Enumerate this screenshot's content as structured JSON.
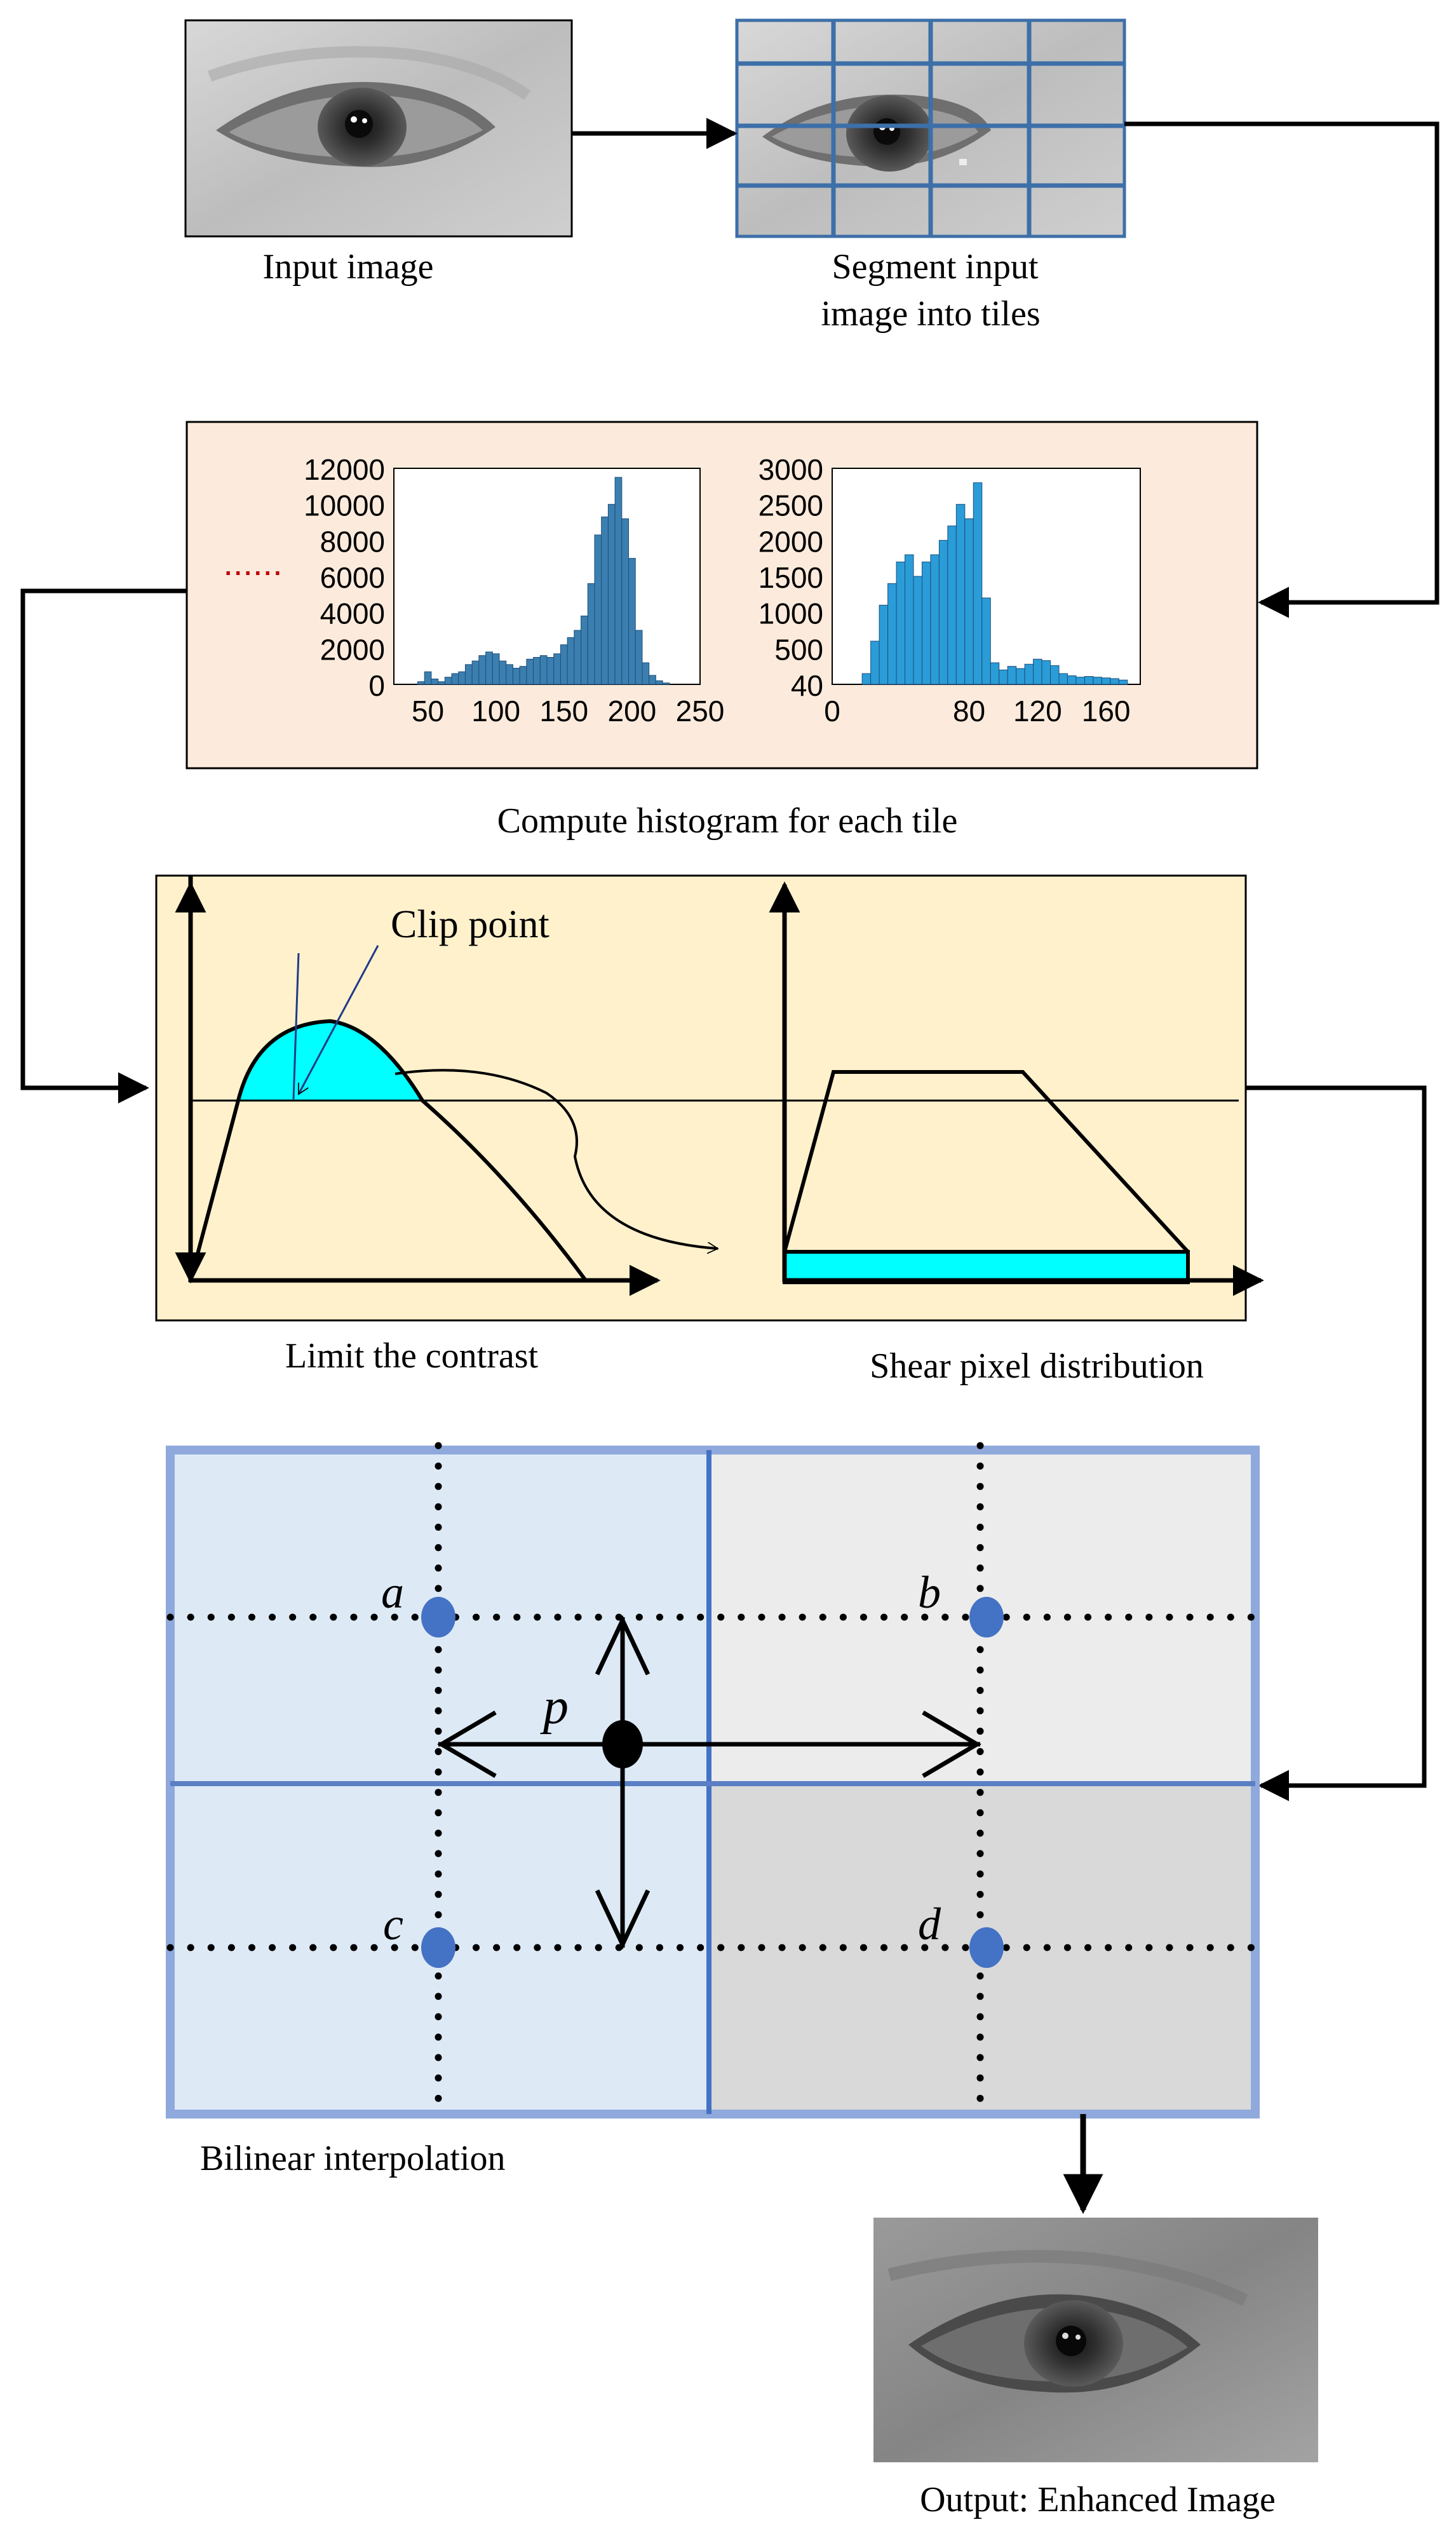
{
  "captions": {
    "input": "Input image",
    "segment_line1": "Segment input",
    "segment_line2": "image into tiles",
    "histogram": "Compute histogram for each tile",
    "limit": "Limit the contrast",
    "shear": "Shear pixel distribution",
    "bilinear": "Bilinear interpolation",
    "output": "Output: Enhanced Image"
  },
  "clip_label": "Clip point",
  "interp_points": {
    "a": "a",
    "b": "b",
    "c": "c",
    "d": "d",
    "p": "p"
  },
  "histogram_ellipsis": "......",
  "chart_data": [
    {
      "type": "bar",
      "x_ticks": [
        "50",
        "100",
        "150",
        "200",
        "250"
      ],
      "y_ticks": [
        "12000",
        "10000",
        "8000",
        "6000",
        "4000",
        "2000",
        "0"
      ],
      "xlim": [
        25,
        250
      ],
      "ylim": [
        0,
        12000
      ],
      "values_x": [
        40,
        45,
        50,
        55,
        60,
        65,
        70,
        75,
        80,
        85,
        90,
        95,
        100,
        105,
        110,
        115,
        120,
        125,
        130,
        135,
        140,
        145,
        150,
        155,
        160,
        165,
        170,
        175,
        180,
        185,
        190,
        195,
        200,
        205,
        210,
        215,
        220,
        225,
        230
      ],
      "values_y": [
        0,
        150,
        700,
        300,
        150,
        400,
        600,
        700,
        1100,
        1300,
        1600,
        1800,
        1700,
        1300,
        1100,
        900,
        1000,
        1400,
        1500,
        1600,
        1500,
        1700,
        2200,
        2600,
        3000,
        3800,
        5600,
        8300,
        9300,
        10000,
        11500,
        9200,
        7000,
        3000,
        1200,
        500,
        200,
        80,
        0
      ]
    },
    {
      "type": "bar",
      "x_ticks": [
        "0",
        "80",
        "120",
        "160"
      ],
      "y_ticks": [
        "3000",
        "2500",
        "2000",
        "1500",
        "1000",
        "500",
        "40"
      ],
      "xlim": [
        0,
        180
      ],
      "ylim": [
        0,
        3000
      ],
      "values_x": [
        20,
        25,
        30,
        35,
        40,
        45,
        50,
        55,
        60,
        65,
        70,
        75,
        80,
        85,
        90,
        95,
        100,
        105,
        110,
        115,
        120,
        125,
        130,
        135,
        140,
        145,
        150,
        155,
        160,
        165,
        170
      ],
      "values_y": [
        150,
        600,
        1100,
        1400,
        1700,
        1800,
        1500,
        1700,
        1800,
        2000,
        2200,
        2500,
        2300,
        2800,
        1200,
        300,
        200,
        250,
        220,
        280,
        350,
        330,
        260,
        150,
        120,
        100,
        110,
        100,
        90,
        80,
        60
      ]
    }
  ],
  "colors": {
    "hist_panel": "#fcebdc",
    "contrast_panel": "#fff1cc",
    "clip_fill": "#00ffff",
    "hist_bars": "#3b7fb0",
    "hist_bars_light": "#2a9cd8",
    "tile_blue": "#ddeaf6",
    "tile_gray_light": "#ececec",
    "tile_gray_dark": "#d9d9d9",
    "grid_border": "#8fa9dc",
    "grid_inner": "#4472c4",
    "dot_blue": "#4472c4",
    "ellipsis_red": "#c00000"
  }
}
